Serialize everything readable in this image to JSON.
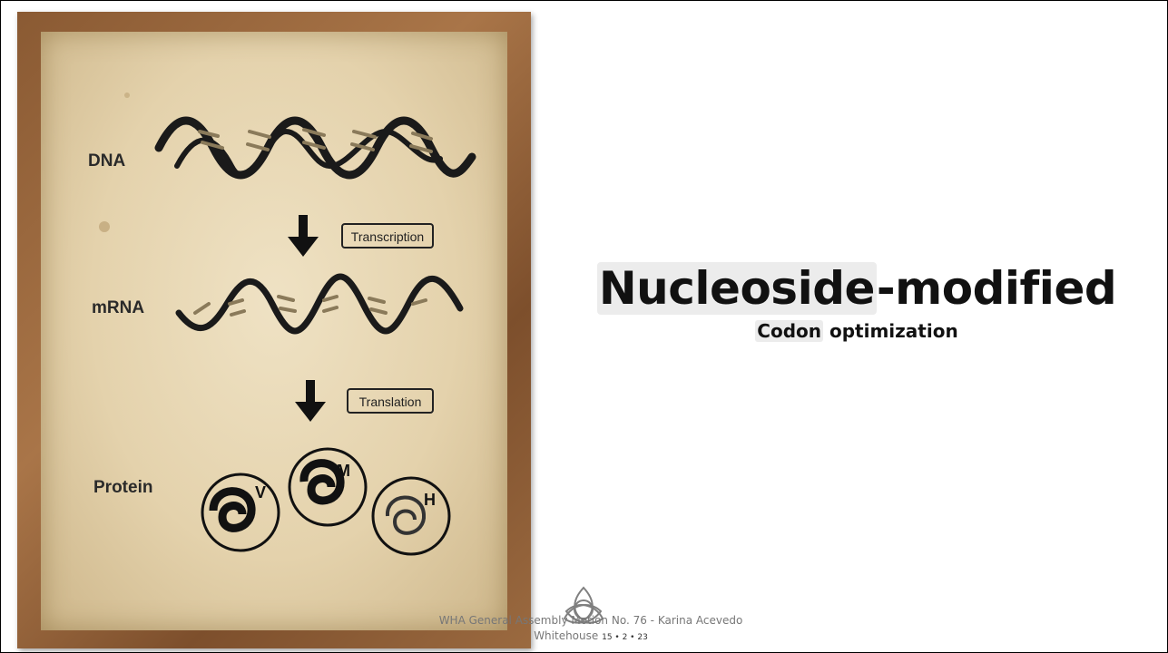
{
  "poster": {
    "dna_label": "DNA",
    "transcription_label": "Transcription",
    "mrna_label": "mRNA",
    "translation_label": "Translation",
    "protein_label": "Protein",
    "protein_letters": [
      "V",
      "M",
      "H"
    ]
  },
  "title": {
    "highlight": "Nucleoside",
    "rest": "-modified"
  },
  "subtitle": {
    "highlight": "Codon",
    "rest": " optimization"
  },
  "footer": {
    "line1": "WHA General Assembly Motion No. 76  -  Karina Acevedo",
    "line2": "Whitehouse",
    "date": "15 • 2 • 23"
  }
}
